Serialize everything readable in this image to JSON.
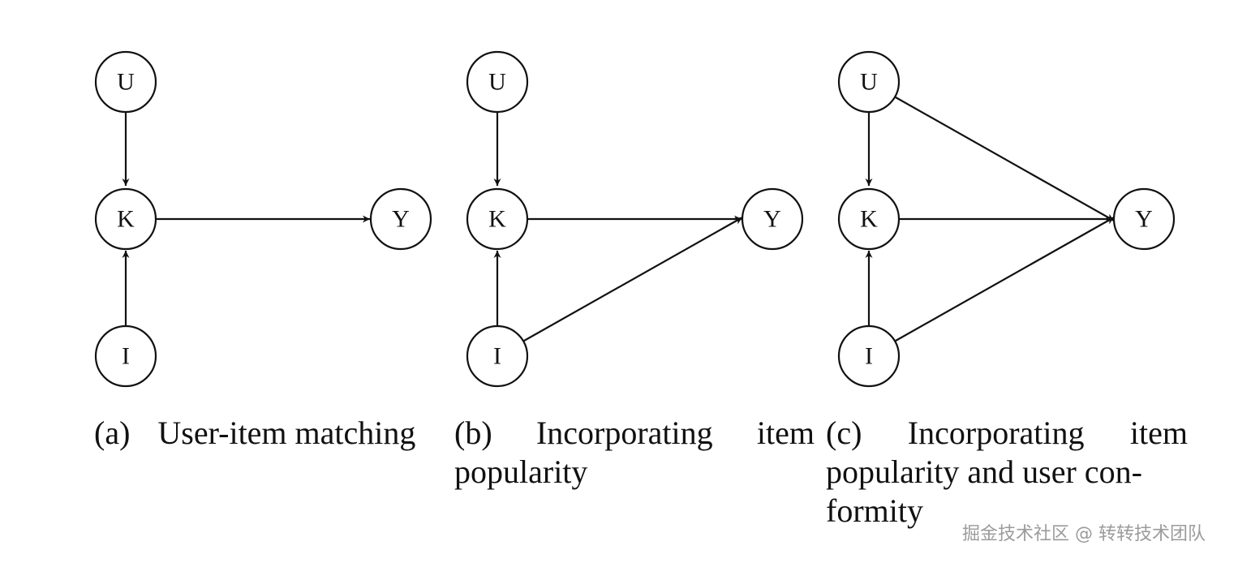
{
  "panels": [
    {
      "id": "a",
      "nodes": {
        "U": "U",
        "K": "K",
        "I": "I",
        "Y": "Y"
      },
      "caption_tag": "(a)",
      "caption_lines": [
        "User-item matching"
      ]
    },
    {
      "id": "b",
      "nodes": {
        "U": "U",
        "K": "K",
        "I": "I",
        "Y": "Y"
      },
      "caption_tag": "(b)",
      "caption_line1_a": "Incorporating",
      "caption_line1_b": "item",
      "caption_line2": "popularity"
    },
    {
      "id": "c",
      "nodes": {
        "U": "U",
        "K": "K",
        "I": "I",
        "Y": "Y"
      },
      "caption_tag": "(c)",
      "caption_line1_a": "Incorporating",
      "caption_line1_b": "item",
      "caption_line2": "popularity and user con-",
      "caption_line3": "formity"
    }
  ],
  "watermark": "掘金技术社区 @ 转转技术团队"
}
